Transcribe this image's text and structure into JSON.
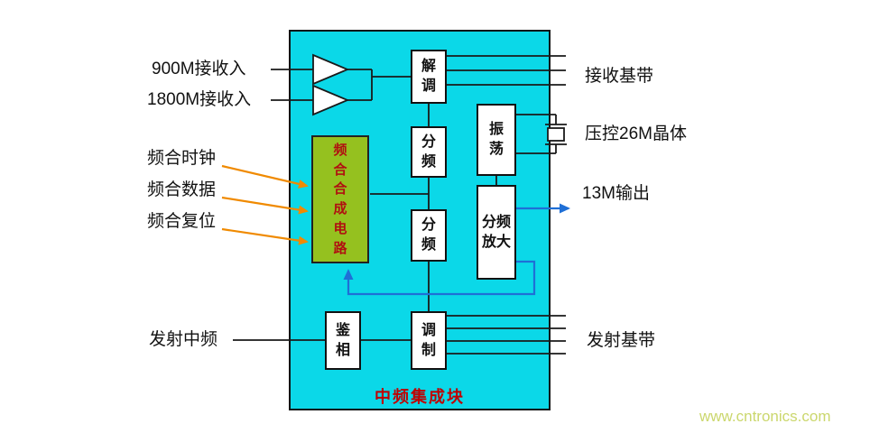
{
  "colors": {
    "chip_bg": "#0bd8e8",
    "synth_bg": "#95c11f",
    "synth_text": "#b01010",
    "title_red": "#c00000",
    "accent_orange": "#f08a00",
    "accent_blue": "#1f6fd6",
    "line": "#1a1a1a",
    "watermark_color": "#cbd76d"
  },
  "chip": {
    "title": "中频集成块"
  },
  "blocks": {
    "demod": "解\n调",
    "div1": "分\n频",
    "div2": "分\n频",
    "osc": "振\n荡",
    "divamp": "分频\n放大",
    "synth": "频\n合\n合\n成\n电\n路",
    "phase": "鉴\n相",
    "mod": "调\n制"
  },
  "labels": {
    "rx900": "900M接收入",
    "rx1800": "1800M接收入",
    "synth_clk": "频合时钟",
    "synth_data": "频合数据",
    "synth_rst": "频合复位",
    "tx_if": "发射中频",
    "rx_baseband": "接收基带",
    "vcxo": "压控26M晶体",
    "out_13m": "13M输出",
    "tx_baseband": "发射基带"
  },
  "watermark": "www.cntronics.com"
}
